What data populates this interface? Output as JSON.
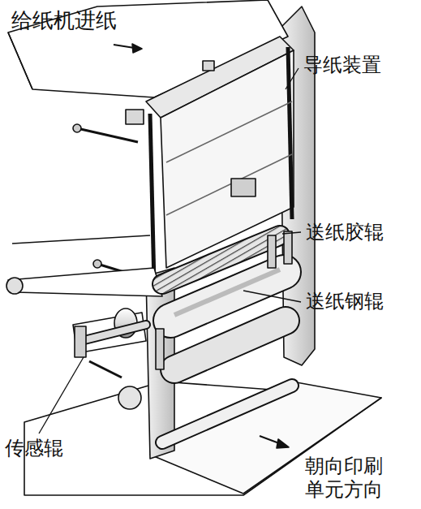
{
  "diagram": {
    "labels": [
      "给纸机进纸",
      "导纸装置",
      "送纸胶辊",
      "送纸钢辊",
      "传感辊",
      "朝向印刷 单元方向"
    ]
  }
}
